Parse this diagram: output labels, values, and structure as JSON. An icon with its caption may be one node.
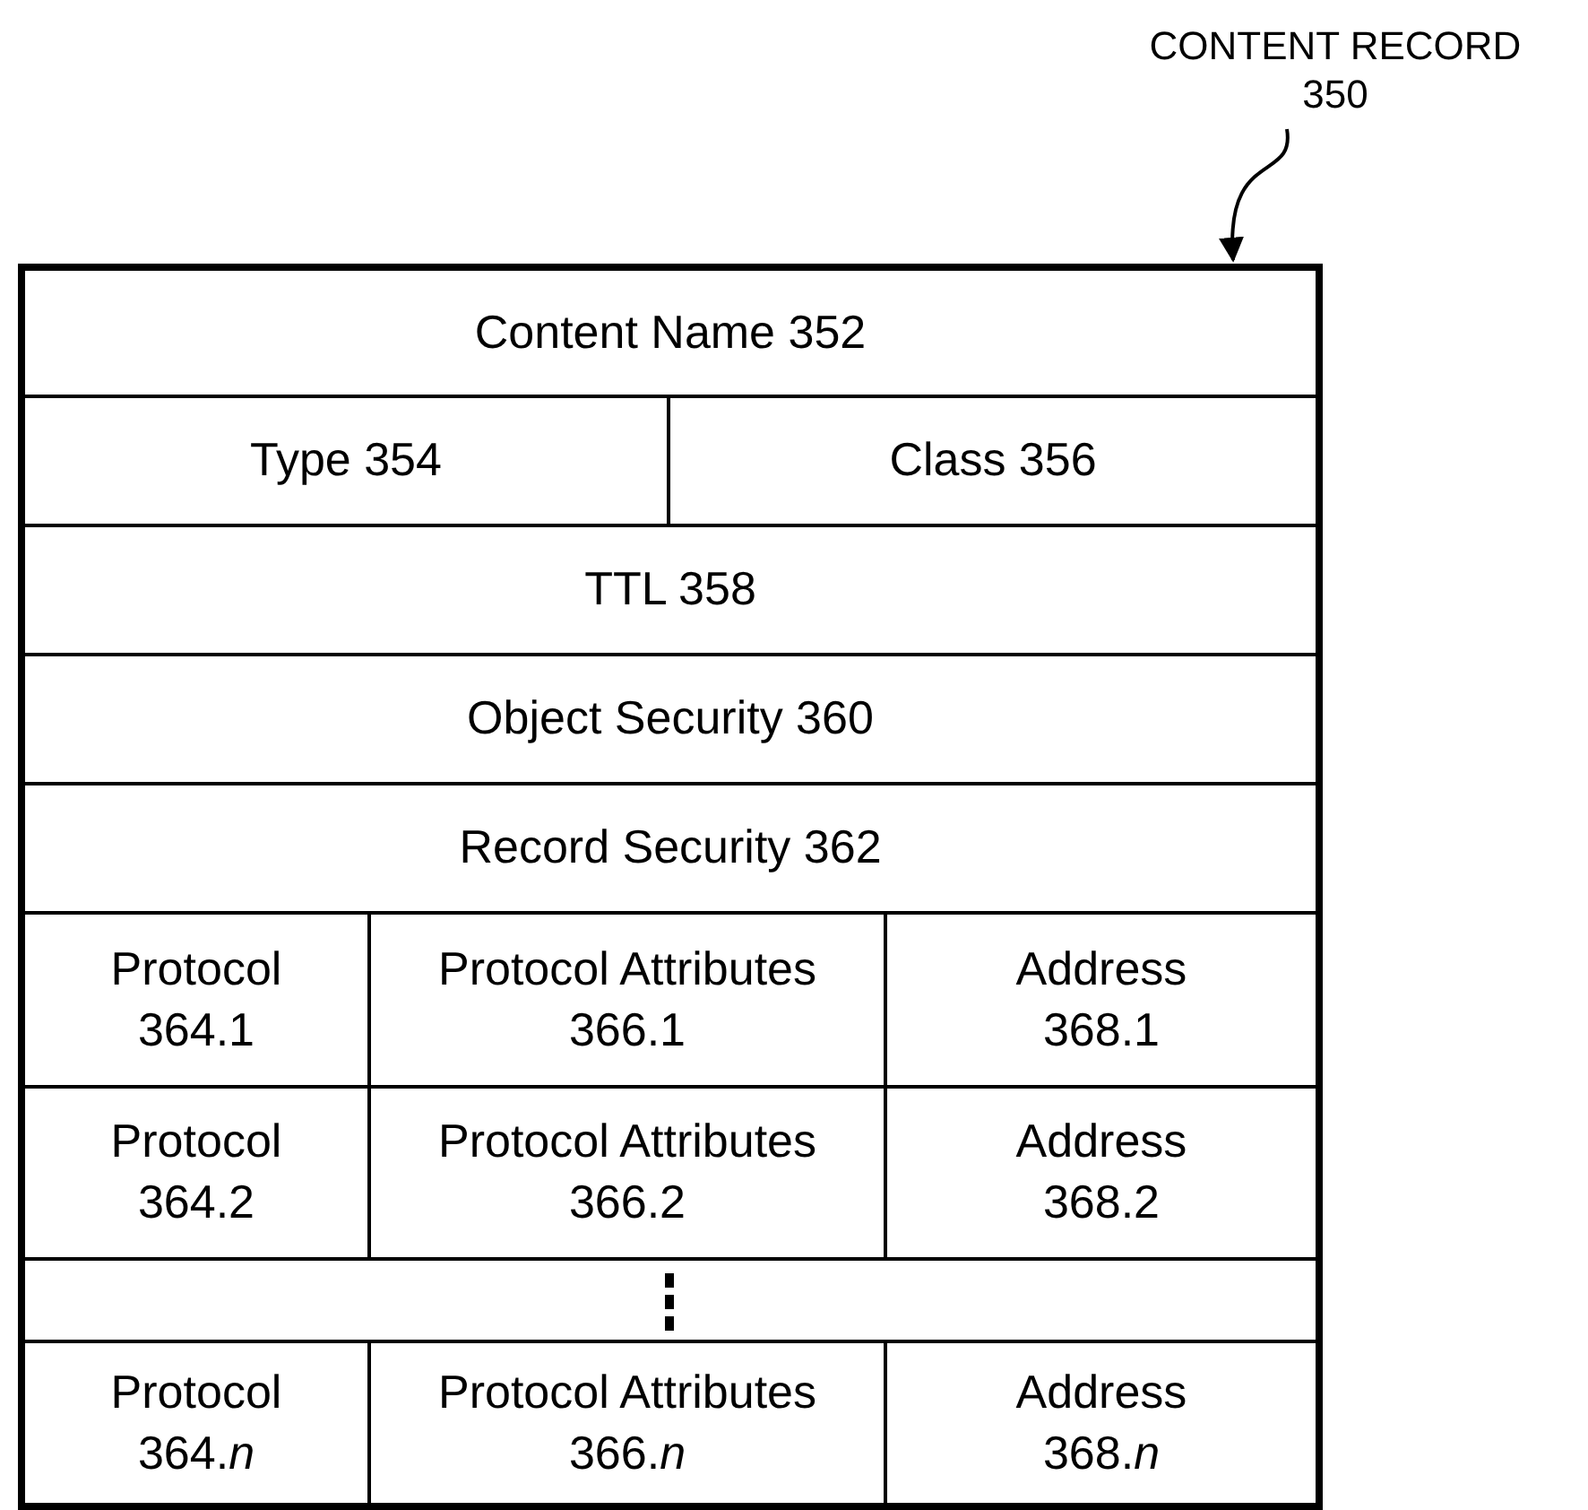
{
  "diagram": {
    "nodes": [
      {
        "text": [
          "CONTENT RECORD 350"
        ]
      },
      {
        "text": [],
        "shape": "box"
      },
      {
        "text": [
          "Content Name 352"
        ],
        "in": 1
      },
      {
        "text": [
          "Type 354"
        ],
        "in": 1
      },
      {
        "text": [
          "Class 356"
        ],
        "in": 1
      },
      {
        "text": [
          "TTL 358"
        ],
        "in": 1
      },
      {
        "text": [
          "Object Security 360"
        ],
        "in": 1
      },
      {
        "text": [
          "Record Security 362"
        ],
        "in": 1
      },
      {
        "text": [
          "Protocol 364.1"
        ],
        "in": 1
      },
      {
        "text": [
          "Protocol Attributes 366.1"
        ],
        "in": 1
      },
      {
        "text": [
          "Address 368.1"
        ],
        "in": 1
      },
      {
        "text": [
          "Protocol 364.2"
        ],
        "in": 1
      },
      {
        "text": [
          "Protocol Attributes 366.2"
        ],
        "in": 1
      },
      {
        "text": [
          "Address 368.2"
        ],
        "in": 1
      },
      {
        "text": [],
        "shape": "box",
        "in": 1
      },
      {
        "text": [
          "Protocol 364.*n*"
        ],
        "in": 1
      },
      {
        "text": [
          "Protocol Attributes 366.*n*"
        ],
        "in": 1
      },
      {
        "text": [
          "Address 368.*n*"
        ],
        "in": 1
      }
    ],
    "edges": [
      {
        "from": 0,
        "to": 1,
        "arrow": "to"
      }
    ]
  }
}
